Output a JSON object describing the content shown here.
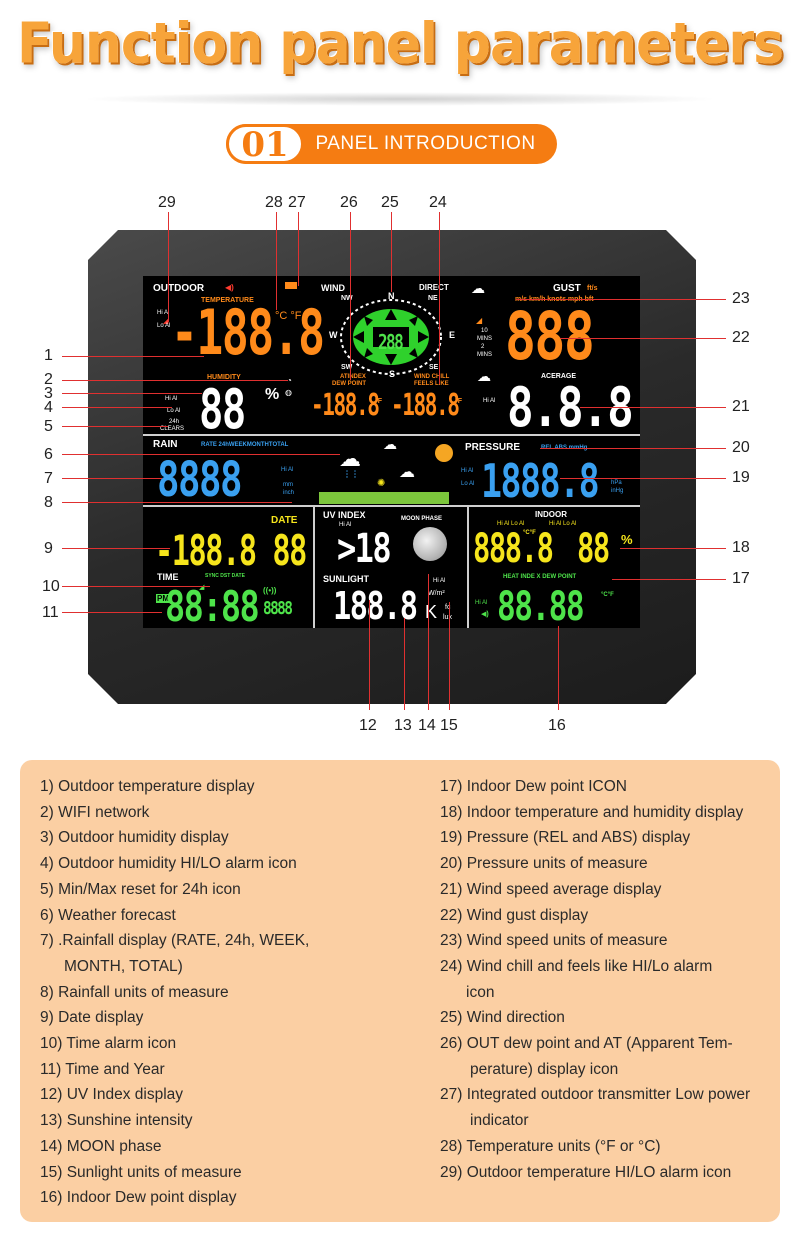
{
  "header": {
    "title": "Function panel parameters",
    "section_number": "01",
    "section_title": "PANEL INTRODUCTION"
  },
  "display": {
    "outdoor": "OUTDOOR",
    "temperature": "TEMPERATURE",
    "hi_al": "Hi Al",
    "lo_al": "Lo Al",
    "outdoor_temp": "-188.8",
    "temp_units": "°C °F",
    "humidity": "HUMIDITY",
    "outdoor_humidity": "88",
    "percent": "%",
    "clears_24h": "24h",
    "clears": "CLEARS",
    "wind": "WIND",
    "direct": "DIRECT",
    "compass_n": "N",
    "compass_ne": "NE",
    "compass_e": "E",
    "compass_se": "SE",
    "compass_s": "S",
    "compass_sw": "SW",
    "compass_w": "W",
    "compass_nw": "NW",
    "wind_center": "288",
    "atindex": "ATINDEX",
    "dew_point": "DEW POINT",
    "wind_chill": "WIND CHILL",
    "feels_like": "FEELS LIKE",
    "hi_lo_al": "Hi Al  Lo Al",
    "dew_value": "-188.8",
    "chill_value": "-188.8",
    "deg_f": "°F",
    "mins_label_1": "10",
    "mins_label_2": "MINS",
    "mins_label_3": "2",
    "mins_label_4": "MINS",
    "gust": "GUST",
    "gust_units_1": "ft/s",
    "gust_units_2": "m/s km/h knots mph bft",
    "gust_value": "888",
    "acerage": "ACERAGE",
    "average_value": "8.8.8",
    "rain": "RAIN",
    "rain_modes": "RATE 24hWEEKMONTHTOTAL",
    "rain_value": "8888",
    "rain_units_1": "mm",
    "rain_units_2": "inch",
    "pressure": "PRESSURE",
    "pressure_modes": "REL ABS  mmHg",
    "pressure_value": "1888.8",
    "pressure_units_1": "hPa",
    "pressure_units_2": "inHg",
    "date": "DATE",
    "date_value": "-188.8 88",
    "time": "TIME",
    "time_sub": "SYNC   DST   DATE",
    "pm": "PM",
    "time_value": "88:88",
    "year_value": "8888",
    "uv_index": "UV INDEX",
    "uv_value": ">18",
    "moon_phase": "MOON PHASE",
    "sunlight": "SUNLIGHT",
    "sunlight_value": "188.8",
    "sunlight_k": "K",
    "wm2": "W/m²",
    "fc": "fc",
    "lux": "lux",
    "indoor": "INDOOR",
    "indoor_temp": "888.8",
    "indoor_hum": "88",
    "heat_index": "HEAT INDE X DEW POINT",
    "indoor_dew": "88.88",
    "deg_c_f": "°C°F",
    "colors": {
      "orange": "#ff8a1a",
      "blue": "#3aa0f0",
      "yellow": "#f6e51c",
      "green": "#4ee34a",
      "accent": "#f57c12",
      "legend_bg": "#fbcfa3"
    }
  },
  "callouts": {
    "n1": "1",
    "n2": "2",
    "n3": "3",
    "n4": "4",
    "n5": "5",
    "n6": "6",
    "n7": "7",
    "n8": "8",
    "n9": "9",
    "n10": "10",
    "n11": "11",
    "n12": "12",
    "n13": "13",
    "n14": "14",
    "n15": "15",
    "n16": "16",
    "n17": "17",
    "n18": "18",
    "n19": "19",
    "n20": "20",
    "n21": "21",
    "n22": "22",
    "n23": "23",
    "n24": "24",
    "n25": "25",
    "n26": "26",
    "n27": "27",
    "n28": "28",
    "n29": "29"
  },
  "legend": {
    "left": [
      "1) Outdoor temperature display",
      "2) WIFI network",
      "3) Outdoor humidity display",
      "4) Outdoor humidity HI/LO alarm icon",
      "5) Min/Max reset for 24h icon",
      "6) Weather forecast",
      "7) .Rainfall display (RATE, 24h, WEEK,",
      "MONTH, TOTAL)",
      "8) Rainfall units of measure",
      "9) Date display",
      "10) Time alarm icon",
      "11) Time and Year",
      "12) UV Index display",
      "13) Sunshine intensity",
      "14) MOON phase",
      "15) Sunlight units of measure",
      "16) Indoor Dew point display"
    ],
    "right": [
      "17) Indoor Dew point ICON",
      "18) Indoor temperature and humidity display",
      "19) Pressure (REL and ABS) display",
      "20) Pressure units of measure",
      "21) Wind speed average display",
      "22) Wind gust display",
      "23) Wind speed units of measure",
      "24) Wind chill and feels like HI/Lo alarm",
      "icon",
      "25) Wind direction",
      "26) OUT dew point and AT (Apparent Tem-",
      "perature) display icon",
      "27) Integrated outdoor transmitter Low power",
      "indicator",
      "28) Temperature units (°F or °C)",
      "29) Outdoor temperature HI/LO alarm icon"
    ]
  }
}
